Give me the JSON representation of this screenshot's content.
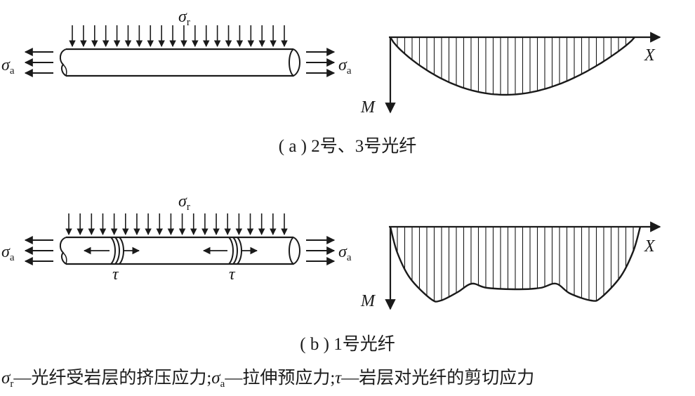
{
  "figure_a": {
    "sigma_r_label": "σ",
    "sigma_r_sub": "r",
    "sigma_a_label": "σ",
    "sigma_a_sub": "a",
    "axis_x_label": "X",
    "axis_m_label": "M",
    "caption": "( a ) 2号、3号光纤"
  },
  "figure_b": {
    "sigma_r_label": "σ",
    "sigma_r_sub": "r",
    "sigma_a_label": "σ",
    "sigma_a_sub": "a",
    "tau_label": "τ",
    "axis_x_label": "X",
    "axis_m_label": "M",
    "caption": "( b ) 1号光纤"
  },
  "legend": {
    "sr_sym": "σ",
    "sr_sub": "r",
    "sr_text": "—光纤受岩层的挤压应力;",
    "sa_sym": "σ",
    "sa_sub": "a",
    "sa_text": "—拉伸预应力;",
    "tau_sym": "τ",
    "tau_text": "—岩层对光纤的剪切应力"
  },
  "colors": {
    "ink": "#1a1a1a",
    "background": "#ffffff"
  }
}
